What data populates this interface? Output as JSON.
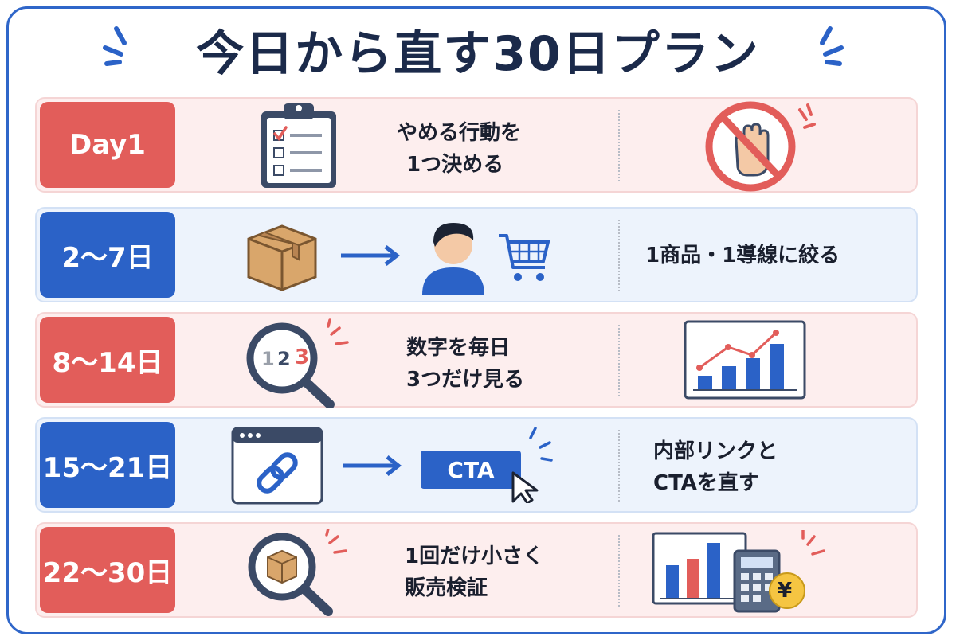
{
  "title": "今日から直す30日プラン",
  "rows": [
    {
      "badge": "Day1",
      "line1": "やめる行動を",
      "line2": "1つ決める"
    },
    {
      "badge": "2〜7日",
      "line1": "1商品・1導線に絞る"
    },
    {
      "badge": "8〜14日",
      "line1": "数字を毎日",
      "line2": "3つだけ見る",
      "digits": [
        "1",
        "2",
        "3"
      ]
    },
    {
      "badge": "15〜21日",
      "line1": "内部リンクと",
      "line2": "CTAを直す",
      "cta": "CTA"
    },
    {
      "badge": "22〜30日",
      "line1": "1回だけ小さく",
      "line2": "販売検証",
      "currency": "¥"
    }
  ],
  "colors": {
    "red": "#e25d5a",
    "blue": "#2b62c7",
    "navy": "#1b2a4a",
    "red_bg": "#fdeeee",
    "blue_bg": "#edf3fc"
  }
}
